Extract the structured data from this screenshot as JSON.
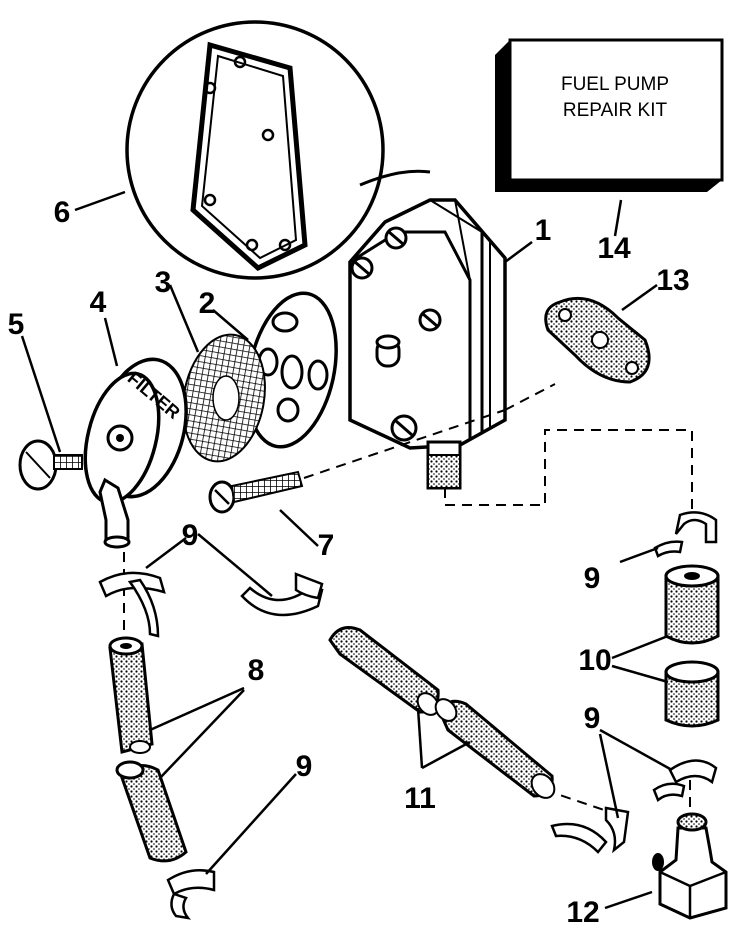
{
  "kit_box": {
    "line1": "FUEL PUMP",
    "line2": "REPAIR KIT"
  },
  "callouts": {
    "n1": "1",
    "n2": "2",
    "n3": "3",
    "n4": "4",
    "n5": "5",
    "n6": "6",
    "n7": "7",
    "n8": "8",
    "n9a": "9",
    "n9b": "9",
    "n9c": "9",
    "n9d": "9",
    "n10": "10",
    "n11": "11",
    "n12": "12",
    "n13": "13",
    "n14": "14"
  },
  "filter_lettering": "FILTER"
}
